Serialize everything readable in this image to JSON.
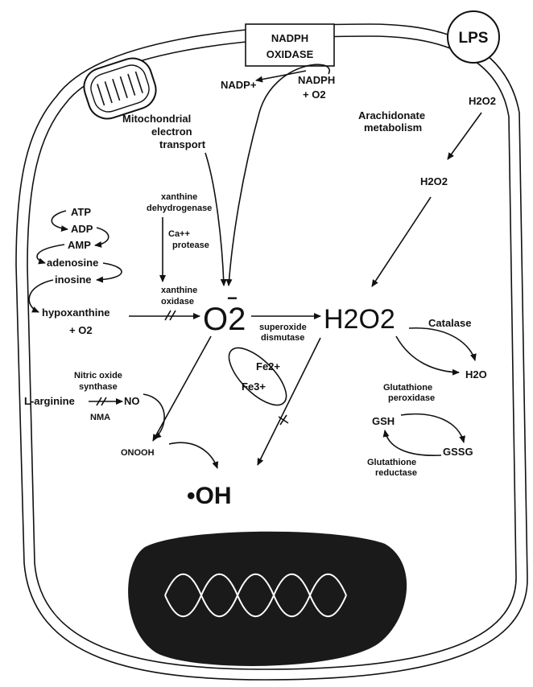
{
  "lps_badge": "LPS",
  "enzyme_box": {
    "line1": "NADPH",
    "line2": "OXIDASE"
  },
  "labels": {
    "nadp_plus": "NADP+",
    "nadph": "NADPH",
    "o2": "+ O2",
    "mito_transport_1": "Mitochondrial",
    "mito_transport_2": "electron",
    "mito_transport_3": "transport",
    "arachidonate_1": "Arachidonate",
    "arachidonate_2": "metabolism",
    "h2o2_extra": "H2O2",
    "h2o2_inner": "H2O2",
    "xanthine_dh_1": "xanthine",
    "xanthine_dh_2": "dehydrogenase",
    "ca_protease_1": "Ca++",
    "ca_protease_2": "protease",
    "atp": "ATP",
    "adp": "ADP",
    "amp": "AMP",
    "adenosine": "adenosine",
    "inosine": "inosine",
    "xanthine_ox_1": "xanthine",
    "xanthine_ox_2": "oxidase",
    "hypoxanthine": "hypoxanthine",
    "hypo_o2": "+ O2",
    "superoxide": "O2",
    "superoxide_charge": "−",
    "h2o2_main": "H2O2",
    "sod_1": "superoxide",
    "sod_2": "dismutase",
    "catalase": "Catalase",
    "h2o": "H2O",
    "fe2": "Fe2+",
    "fe3": "Fe3+",
    "nos_1": "Nitric oxide",
    "nos_2": "synthase",
    "l_arginine": "L-arginine",
    "no": "NO",
    "nma": "NMA",
    "oncooh": "ONOOH",
    "oh": "•OH",
    "gpx_1": "Glutathione",
    "gpx_2": "peroxidase",
    "gsh": "GSH",
    "gssg": "GSSG",
    "gr_1": "Glutathione",
    "gr_2": "reductase"
  },
  "colors": {
    "ink": "#111111",
    "nucleus": "#1a1a1a",
    "background": "#ffffff"
  }
}
